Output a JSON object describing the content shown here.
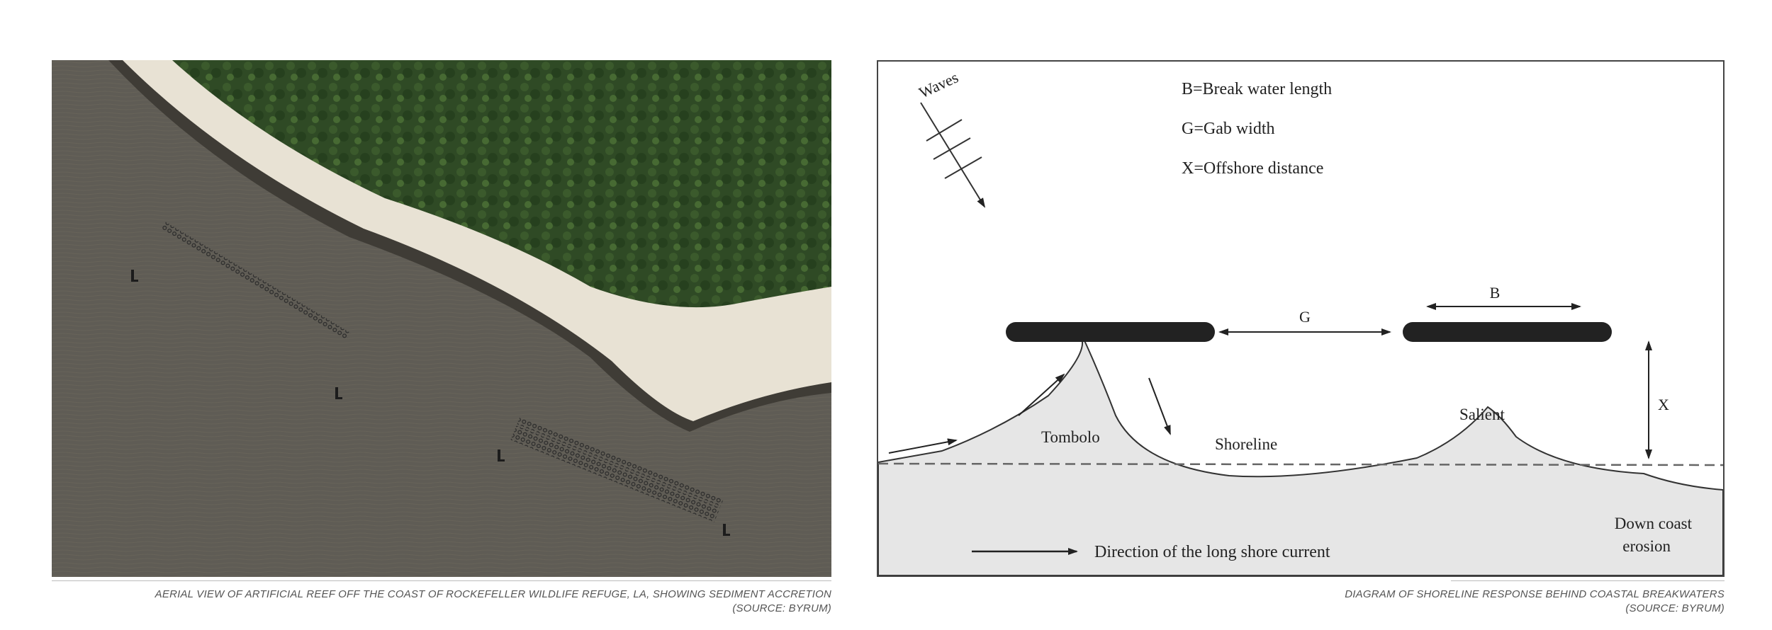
{
  "photo": {
    "colors": {
      "water": "#5f5c55",
      "beach": "#e8e2d4",
      "vegetation": "#2f4a25"
    },
    "caption_line1": "Aerial view of artificial reef off the coast of Rockefeller Wildlife Refuge, LA, showing sediment accretion",
    "caption_line2": "(Source: Byrum)"
  },
  "diagram": {
    "legend": [
      "B=Break water length",
      "G=Gab width",
      "X=Offshore distance"
    ],
    "labels": {
      "waves": "Waves",
      "gap": "G",
      "breakwater_length": "B",
      "offshore": "X",
      "tombolo": "Tombolo",
      "shoreline": "Shoreline",
      "salient": "Salient",
      "erosion_line1": "Down coast",
      "erosion_line2": "erosion",
      "current": "Direction of the long shore current"
    },
    "colors": {
      "land": "#e6e6e6",
      "breakwater": "#222222",
      "line": "#333333"
    },
    "caption_line1": "Diagram of shoreline response behind coastal breakwaters",
    "caption_line2": "(Source: Byrum)"
  }
}
